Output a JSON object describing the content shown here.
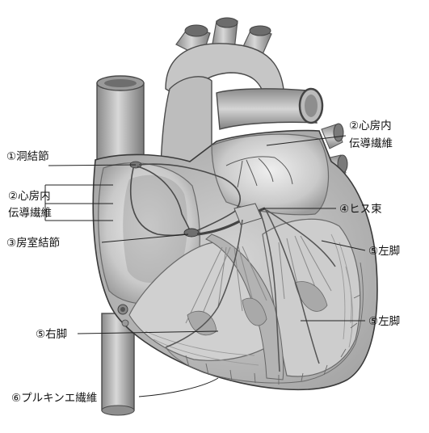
{
  "labels": {
    "sinoatrial_node": "①洞結節",
    "atrial_conduction_left_line1": "②心房内",
    "atrial_conduction_left_line2": "伝導繊維",
    "av_node": "③房室結節",
    "right_bundle": "⑤右脚",
    "purkinje": "⑥プルキンエ繊維",
    "atrial_conduction_right_line1": "②心房内",
    "atrial_conduction_right_line2": "伝導繊維",
    "his_bundle": "④ヒス束",
    "left_bundle_upper": "⑤左脚",
    "left_bundle_lower": "⑤左脚"
  },
  "colors": {
    "background": "#ffffff",
    "tissue_light": "#dedede",
    "tissue_mid": "#b9b9b9",
    "tissue_dark": "#7d7d7d",
    "outline": "#3a3a3a",
    "leader_line": "#222222"
  }
}
